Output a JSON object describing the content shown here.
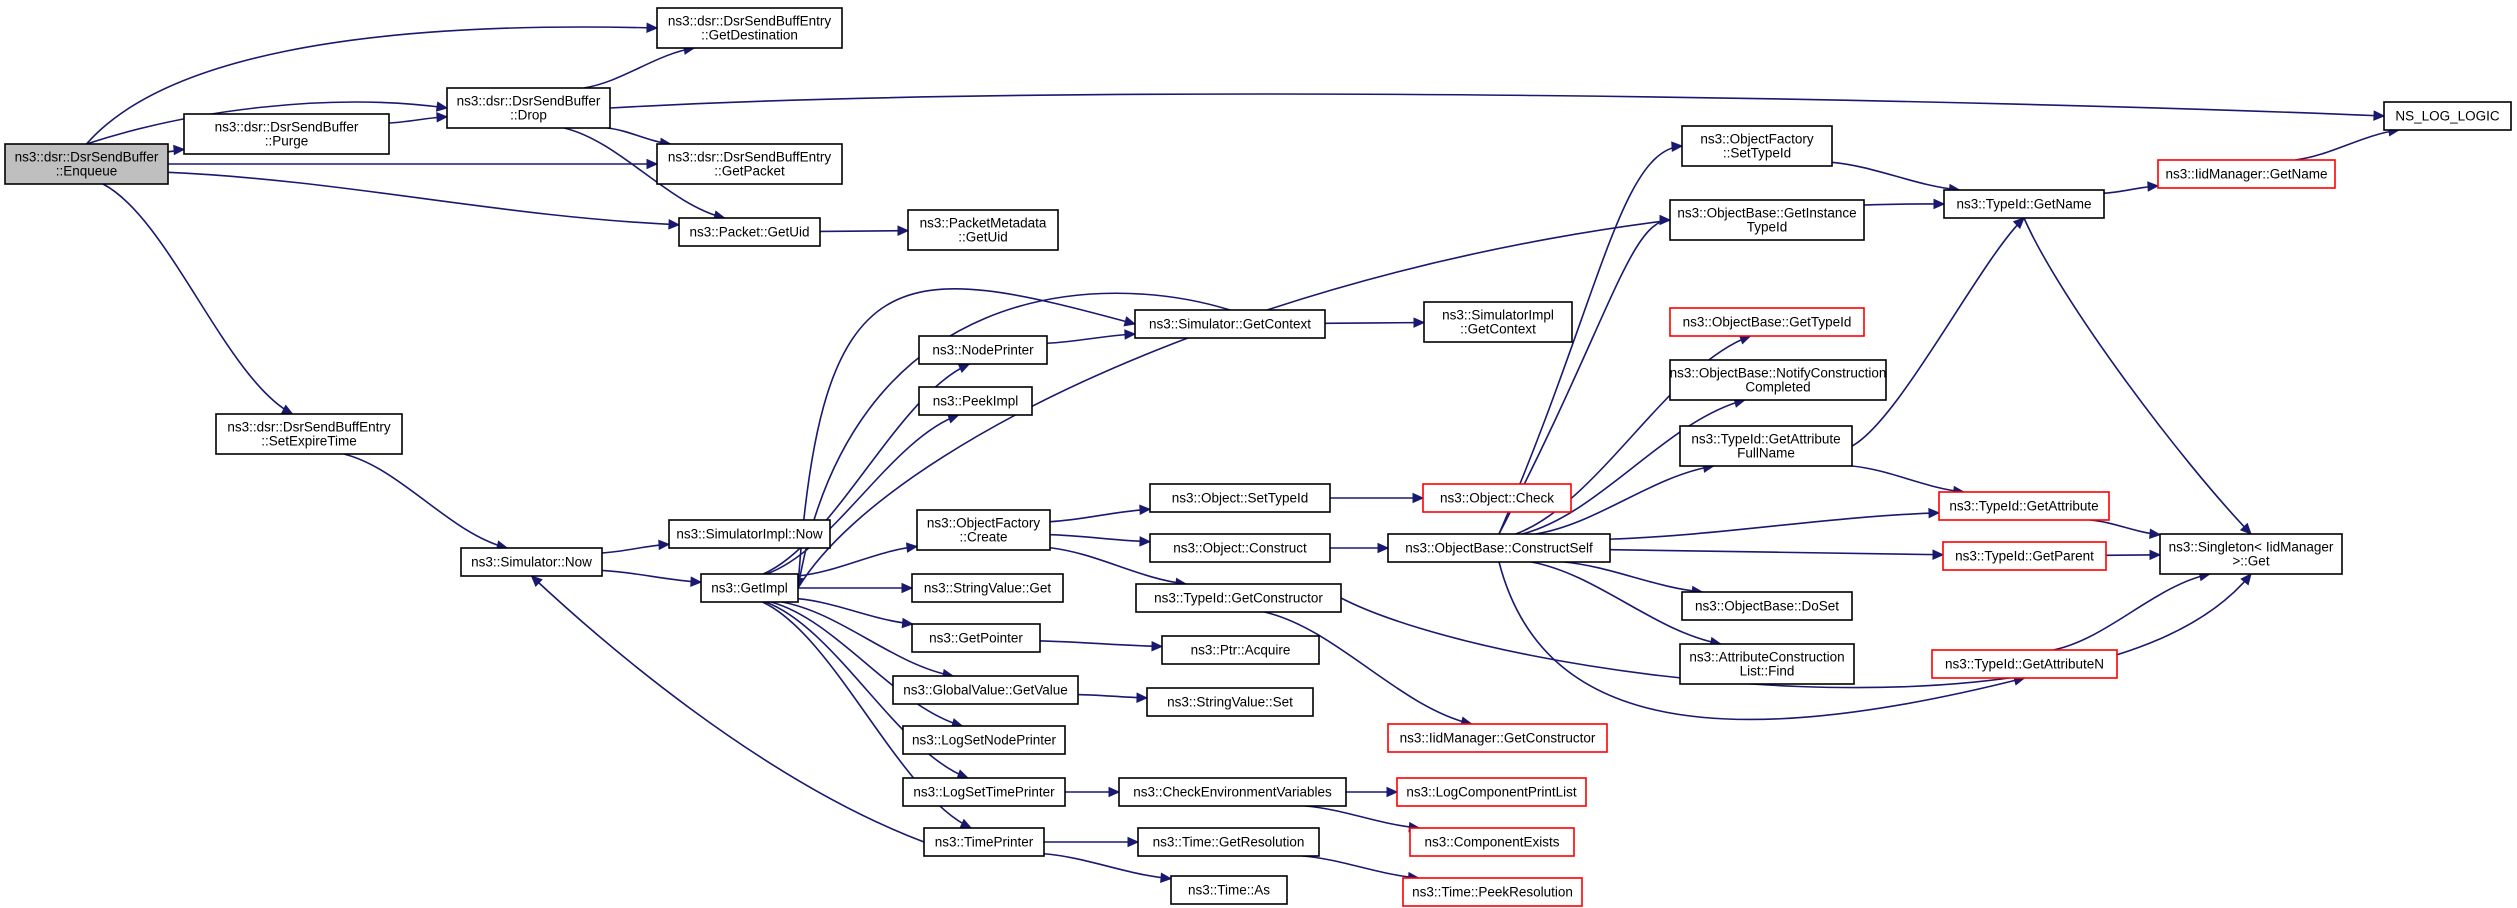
{
  "graph": {
    "colors": {
      "edge": "#191970",
      "node_border": "#000000",
      "node_border_truncated": "#ff0000",
      "root_fill": "#bfbfbf",
      "node_fill": "#ffffff"
    },
    "nodes": [
      {
        "id": "enqueue",
        "lines": [
          "ns3::dsr::DsrSendBuffer",
          "::Enqueue"
        ],
        "root": true
      },
      {
        "id": "getdest",
        "lines": [
          "ns3::dsr::DsrSendBuffEntry",
          "::GetDestination"
        ]
      },
      {
        "id": "drop",
        "lines": [
          "ns3::dsr::DsrSendBuffer",
          "::Drop"
        ]
      },
      {
        "id": "purge",
        "lines": [
          "ns3::dsr::DsrSendBuffer",
          "::Purge"
        ]
      },
      {
        "id": "getpacket",
        "lines": [
          "ns3::dsr::DsrSendBuffEntry",
          "::GetPacket"
        ]
      },
      {
        "id": "nslog",
        "lines": [
          "NS_LOG_LOGIC"
        ]
      },
      {
        "id": "pktuid",
        "lines": [
          "ns3::Packet::GetUid"
        ]
      },
      {
        "id": "pmuid",
        "lines": [
          "ns3::PacketMetadata",
          "::GetUid"
        ]
      },
      {
        "id": "setexpire",
        "lines": [
          "ns3::dsr::DsrSendBuffEntry",
          "::SetExpireTime"
        ]
      },
      {
        "id": "simnow",
        "lines": [
          "ns3::Simulator::Now"
        ]
      },
      {
        "id": "implnow",
        "lines": [
          "ns3::SimulatorImpl::Now"
        ]
      },
      {
        "id": "getimpl",
        "lines": [
          "ns3::GetImpl"
        ]
      },
      {
        "id": "nodeprinter",
        "lines": [
          "ns3::NodePrinter"
        ]
      },
      {
        "id": "peekimpl",
        "lines": [
          "ns3::PeekImpl"
        ]
      },
      {
        "id": "ofcreate",
        "lines": [
          "ns3::ObjectFactory",
          "::Create"
        ]
      },
      {
        "id": "strget",
        "lines": [
          "ns3::StringValue::Get"
        ]
      },
      {
        "id": "getpointer",
        "lines": [
          "ns3::GetPointer"
        ]
      },
      {
        "id": "gvgetvalue",
        "lines": [
          "ns3::GlobalValue::GetValue"
        ]
      },
      {
        "id": "logsetnode",
        "lines": [
          "ns3::LogSetNodePrinter"
        ]
      },
      {
        "id": "logsettime",
        "lines": [
          "ns3::LogSetTimePrinter"
        ]
      },
      {
        "id": "timeprinter",
        "lines": [
          "ns3::TimePrinter"
        ]
      },
      {
        "id": "simgetctx",
        "lines": [
          "ns3::Simulator::GetContext"
        ]
      },
      {
        "id": "implgetctx",
        "lines": [
          "ns3::SimulatorImpl",
          "::GetContext"
        ]
      },
      {
        "id": "objsettid",
        "lines": [
          "ns3::Object::SetTypeId"
        ]
      },
      {
        "id": "objcheck",
        "lines": [
          "ns3::Object::Check"
        ],
        "truncated": true
      },
      {
        "id": "objconstruct",
        "lines": [
          "ns3::Object::Construct"
        ]
      },
      {
        "id": "tidgetctor",
        "lines": [
          "ns3::TypeId::GetConstructor"
        ]
      },
      {
        "id": "ptracquire",
        "lines": [
          "ns3::Ptr::Acquire"
        ]
      },
      {
        "id": "strset",
        "lines": [
          "ns3::StringValue::Set"
        ]
      },
      {
        "id": "iidgetctor",
        "lines": [
          "ns3::IidManager::GetConstructor"
        ],
        "truncated": true
      },
      {
        "id": "checkenv",
        "lines": [
          "ns3::CheckEnvironmentVariables"
        ]
      },
      {
        "id": "logcompprint",
        "lines": [
          "ns3::LogComponentPrintList"
        ],
        "truncated": true
      },
      {
        "id": "compexists",
        "lines": [
          "ns3::ComponentExists"
        ],
        "truncated": true
      },
      {
        "id": "timegetres",
        "lines": [
          "ns3::Time::GetResolution"
        ]
      },
      {
        "id": "timepeekres",
        "lines": [
          "ns3::Time::PeekResolution"
        ],
        "truncated": true
      },
      {
        "id": "timeas",
        "lines": [
          "ns3::Time::As"
        ]
      },
      {
        "id": "ofsettid",
        "lines": [
          "ns3::ObjectFactory",
          "::SetTypeId"
        ]
      },
      {
        "id": "obgetinst",
        "lines": [
          "ns3::ObjectBase::GetInstance",
          "TypeId"
        ]
      },
      {
        "id": "obgettid",
        "lines": [
          "ns3::ObjectBase::GetTypeId"
        ],
        "truncated": true
      },
      {
        "id": "obnotify",
        "lines": [
          "ns3::ObjectBase::NotifyConstruction",
          "Completed"
        ]
      },
      {
        "id": "tidgetattrfull",
        "lines": [
          "ns3::TypeId::GetAttribute",
          "FullName"
        ]
      },
      {
        "id": "obconstructself",
        "lines": [
          "ns3::ObjectBase::ConstructSelf"
        ]
      },
      {
        "id": "obdoset",
        "lines": [
          "ns3::ObjectBase::DoSet"
        ]
      },
      {
        "id": "acfind",
        "lines": [
          "ns3::AttributeConstruction",
          "List::Find"
        ]
      },
      {
        "id": "tidgetname",
        "lines": [
          "ns3::TypeId::GetName"
        ]
      },
      {
        "id": "iidgetname",
        "lines": [
          "ns3::IidManager::GetName"
        ],
        "truncated": true
      },
      {
        "id": "tidgetattr",
        "lines": [
          "ns3::TypeId::GetAttribute"
        ],
        "truncated": true
      },
      {
        "id": "tidgetparent",
        "lines": [
          "ns3::TypeId::GetParent"
        ],
        "truncated": true
      },
      {
        "id": "tidgetattrn",
        "lines": [
          "ns3::TypeId::GetAttributeN"
        ],
        "truncated": true
      },
      {
        "id": "singleton",
        "lines": [
          "ns3::Singleton< IidManager",
          " >::Get"
        ]
      }
    ],
    "edges": [
      [
        "enqueue",
        "getdest"
      ],
      [
        "enqueue",
        "drop"
      ],
      [
        "enqueue",
        "purge"
      ],
      [
        "enqueue",
        "getpacket"
      ],
      [
        "enqueue",
        "pktuid"
      ],
      [
        "enqueue",
        "setexpire"
      ],
      [
        "drop",
        "getdest"
      ],
      [
        "drop",
        "getpacket"
      ],
      [
        "drop",
        "nslog"
      ],
      [
        "drop",
        "pktuid"
      ],
      [
        "purge",
        "drop"
      ],
      [
        "pktuid",
        "pmuid"
      ],
      [
        "setexpire",
        "simnow"
      ],
      [
        "simnow",
        "implnow"
      ],
      [
        "simnow",
        "getimpl"
      ],
      [
        "getimpl",
        "nodeprinter"
      ],
      [
        "getimpl",
        "peekimpl"
      ],
      [
        "getimpl",
        "ofcreate"
      ],
      [
        "getimpl",
        "strget"
      ],
      [
        "getimpl",
        "getpointer"
      ],
      [
        "getimpl",
        "gvgetvalue"
      ],
      [
        "getimpl",
        "logsetnode"
      ],
      [
        "getimpl",
        "logsettime"
      ],
      [
        "getimpl",
        "timeprinter"
      ],
      [
        "getimpl",
        "tidgetname"
      ],
      [
        "getimpl",
        "simgetctx"
      ],
      [
        "nodeprinter",
        "simgetctx"
      ],
      [
        "simgetctx",
        "implgetctx"
      ],
      [
        "simgetctx",
        "getimpl"
      ],
      [
        "ofcreate",
        "objsettid"
      ],
      [
        "ofcreate",
        "objconstruct"
      ],
      [
        "ofcreate",
        "tidgetctor"
      ],
      [
        "objsettid",
        "objcheck"
      ],
      [
        "objconstruct",
        "obconstructself"
      ],
      [
        "tidgetctor",
        "iidgetctor"
      ],
      [
        "tidgetctor",
        "singleton"
      ],
      [
        "getpointer",
        "ptracquire"
      ],
      [
        "gvgetvalue",
        "strset"
      ],
      [
        "logsettime",
        "checkenv"
      ],
      [
        "checkenv",
        "logcompprint"
      ],
      [
        "checkenv",
        "compexists"
      ],
      [
        "timeprinter",
        "timegetres"
      ],
      [
        "timeprinter",
        "timeas"
      ],
      [
        "timeprinter",
        "simnow"
      ],
      [
        "timegetres",
        "timepeekres"
      ],
      [
        "obconstructself",
        "ofsettid"
      ],
      [
        "obconstructself",
        "obgetinst"
      ],
      [
        "obconstructself",
        "obgettid"
      ],
      [
        "obconstructself",
        "obnotify"
      ],
      [
        "obconstructself",
        "tidgetattrfull"
      ],
      [
        "obconstructself",
        "tidgetattr"
      ],
      [
        "obconstructself",
        "tidgetparent"
      ],
      [
        "obconstructself",
        "obdoset"
      ],
      [
        "obconstructself",
        "acfind"
      ],
      [
        "obconstructself",
        "tidgetattrn"
      ],
      [
        "ofsettid",
        "tidgetname"
      ],
      [
        "tidgetattrfull",
        "tidgetname"
      ],
      [
        "tidgetattrfull",
        "tidgetattr"
      ],
      [
        "tidgetname",
        "iidgetname"
      ],
      [
        "tidgetname",
        "singleton"
      ],
      [
        "iidgetname",
        "nslog"
      ],
      [
        "tidgetattr",
        "singleton"
      ],
      [
        "tidgetparent",
        "singleton"
      ],
      [
        "tidgetattrn",
        "singleton"
      ]
    ]
  }
}
